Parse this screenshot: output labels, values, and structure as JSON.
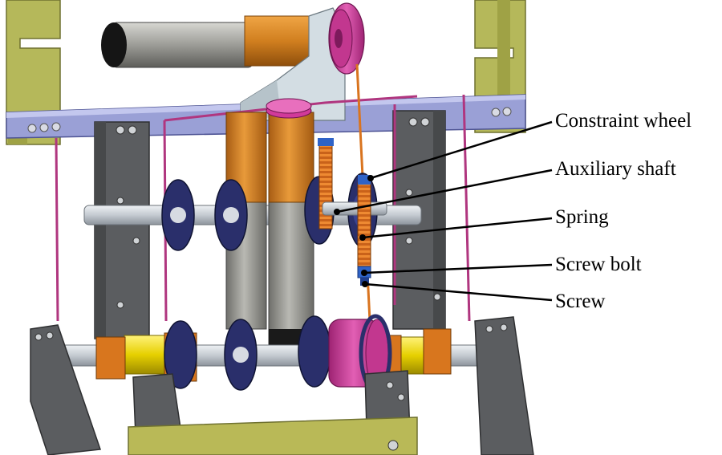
{
  "colors": {
    "frame_green": "#b5b85a",
    "beam_blue": "#9aa0d6",
    "column_gray": "#5b5d60",
    "spring_orange": "#d9741f",
    "cylinder_orange": "#d88a2b",
    "cylinder_gray": "#8f8f8a",
    "disc_navy": "#2a2f6b",
    "pulley_magenta": "#d13a9a",
    "shaft_silver": "#c9cfd6",
    "bushing_yellow": "#e6d000",
    "block_orange": "#d8761e",
    "rope_pink": "#b0367f",
    "bolt_blue": "#2f63c7",
    "base_olive": "#b9b957"
  },
  "callouts": [
    {
      "label": "Constraint wheel",
      "target_part": "constraint-wheel"
    },
    {
      "label": "Auxiliary shaft",
      "target_part": "auxiliary-shaft"
    },
    {
      "label": "Spring",
      "target_part": "spring"
    },
    {
      "label": "Screw bolt",
      "target_part": "screw-bolt"
    },
    {
      "label": "Screw",
      "target_part": "screw"
    }
  ]
}
